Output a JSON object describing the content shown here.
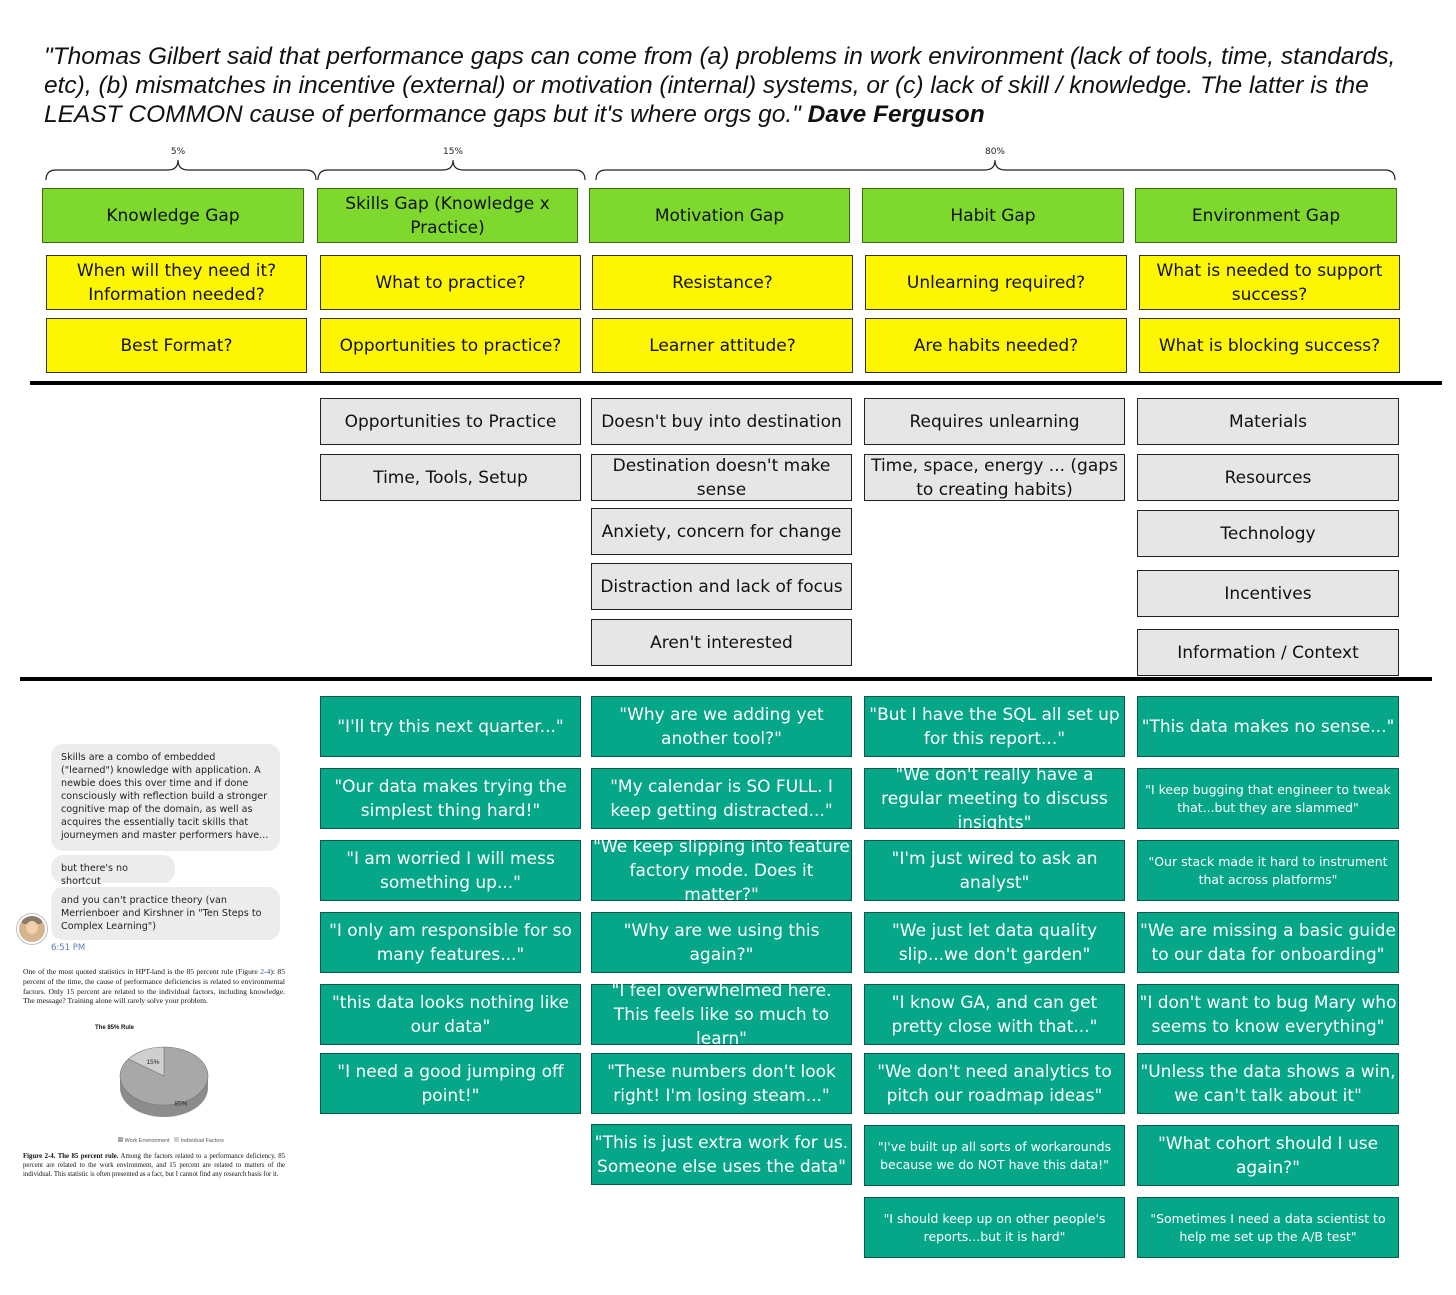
{
  "quote": {
    "text": "\"Thomas Gilbert said that performance gaps can come from (a) problems in work environment (lack of tools, time, standards, etc), (b) mismatches in incentive (external) or motivation (internal) systems, or (c) lack of skill / knowledge. The latter is the LEAST COMMON cause of performance gaps but it's where orgs go.\"",
    "author": "Dave Ferguson"
  },
  "brackets": [
    {
      "label": "5%"
    },
    {
      "label": "15%"
    },
    {
      "label": "80%"
    }
  ],
  "gaps": [
    {
      "title": "Knowledge Gap",
      "questions": [
        "When will they need it? Information needed?",
        "Best Format?"
      ]
    },
    {
      "title": "Skills Gap (Knowledge x Practice)",
      "questions": [
        "What to practice?",
        "Opportunities to practice?"
      ]
    },
    {
      "title": "Motivation Gap",
      "questions": [
        "Resistance?",
        "Learner attitude?"
      ]
    },
    {
      "title": "Habit Gap",
      "questions": [
        "Unlearning required?",
        "Are habits needed?"
      ]
    },
    {
      "title": "Environment Gap",
      "questions": [
        "What is needed to support success?",
        "What is blocking success?"
      ]
    }
  ],
  "barriers": {
    "skills": [
      "Opportunities to Practice",
      "Time, Tools, Setup"
    ],
    "motivation": [
      "Doesn't buy into destination",
      "Destination doesn't make sense",
      "Anxiety, concern for change",
      "Distraction and lack of focus",
      "Aren't interested"
    ],
    "habit": [
      "Requires unlearning",
      "Time, space, energy ... (gaps to creating habits)"
    ],
    "environment": [
      "Materials",
      "Resources",
      "Technology",
      "Incentives",
      "Information / Context"
    ]
  },
  "quotes": {
    "skills": [
      "\"I'll try this next quarter...\"",
      "\"Our data makes trying the simplest thing hard!\"",
      "\"I am worried I will mess something up...\"",
      "\"I only am responsible for so many features...\"",
      "\"this data looks nothing like our data\"",
      "\"I need a good jumping off point!\""
    ],
    "motivation": [
      "\"Why are we adding yet another tool?\"",
      "\"My calendar is SO FULL. I keep getting distracted...\"",
      "\"We keep slipping into feature factory mode. Does it matter?\"",
      "\"Why are we using this again?\"",
      "\"I feel overwhelmed here. This feels like so much to learn\"",
      "\"These numbers don't look right! I'm losing steam...\"",
      "\"This is just extra work for us. Someone else uses the data\""
    ],
    "habit": [
      "\"But I have the SQL all set up for this report...\"",
      "\"We don't really have a regular meeting to discuss insights\"",
      "\"I'm just wired to ask an analyst\"",
      "\"We just let data quality slip...we don't garden\"",
      "\"I know GA, and can get pretty close with that...\"",
      "\"We don't need analytics to pitch our roadmap ideas\"",
      "\"I've built up all sorts of workarounds because we do NOT have this data!\"",
      "\"I should keep up on other people's reports...but it is hard\""
    ],
    "environment": [
      "\"This data makes no sense...\"",
      "\"I keep bugging that engineer to tweak that...but they are slammed\"",
      "\"Our stack made it hard to instrument that across platforms\"",
      "\"We are missing a basic guide to our data for onboarding\"",
      "\"I don't want to bug Mary who seems to know everything\"",
      "\"Unless the data shows a win, we can't talk about it\"",
      "\"What cohort should I use again?\"",
      "\"Sometimes I need a data scientist to help me set up the A/B test\""
    ]
  },
  "chat": {
    "bubbles": [
      "Skills are a combo of embedded (\"learned\") knowledge with application. A newbie does this over time and if done consciously with reflection build a stronger cognitive map of the domain, as well as acquires the essentially tacit skills that journeymen and master performers have...",
      "but there's no shortcut",
      "and you can't practice theory (van Merrienboer and Kirshner in \"Ten Steps to Complex Learning\")"
    ],
    "time": "6:51 PM"
  },
  "book": {
    "paragraph_start": "One of the most quoted statistics in HPT-land is the 85 percent rule (Figure ",
    "figure_ref": "2-4",
    "paragraph_end": "): 85 percent of the time, the cause of performance deficiencies is related to environmental factors. Only 15 percent are related to the individual factors, including knowledge. The message? Training alone will rarely solve your problem.",
    "chart_title": "The 85% Rule",
    "caption_label": "Figure 2-4.  The 85 percent rule.",
    "caption_text": " Among the factors related to a performance deficiency, 85 percent are related to the work environment, and 15 percent are related to matters of the individual. This statistic is often presented as a fact, but I cannot find any research basis for it."
  },
  "chart_data": {
    "type": "pie",
    "title": "The 85% Rule",
    "categories": [
      "Work Environment",
      "Individual Factors"
    ],
    "values": [
      85,
      15
    ],
    "labels": [
      "85%",
      "15%"
    ],
    "colors": [
      "#a8a8a8",
      "#cfcfcf"
    ],
    "legend": "bottom"
  }
}
